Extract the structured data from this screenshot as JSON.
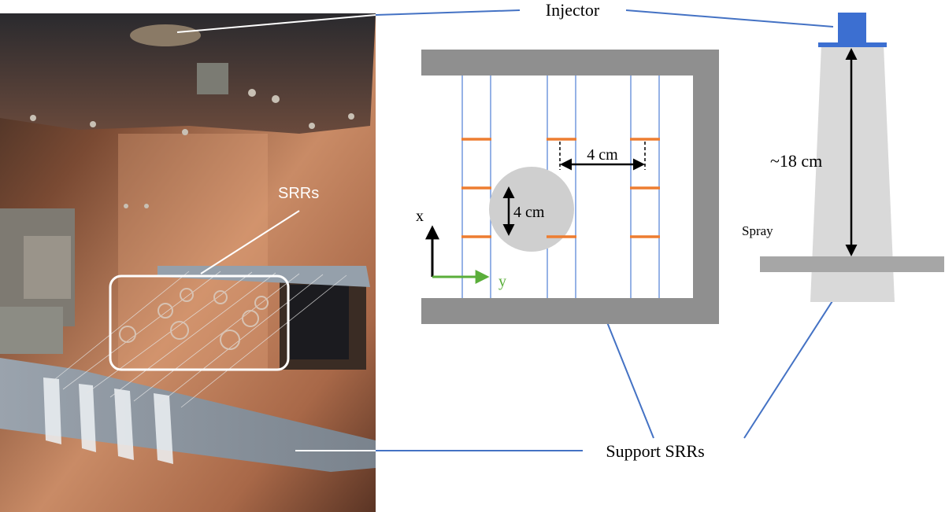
{
  "photo": {
    "srr_label": "SRRs"
  },
  "labels": {
    "injector": "Injector",
    "support_srrs": "Support SRRs",
    "spacing_horizontal": "4 cm",
    "spacing_vertical": "4 cm",
    "distance_injector": "~18 cm",
    "spray": "Spray",
    "axis_x": "x",
    "axis_y": "y"
  },
  "colors": {
    "frame": "#8f8f8f",
    "wire": "#4f7fd6",
    "srr": "#ed7d31",
    "spray_circle": "#cfcfcf",
    "spray_cone": "#d9d9d9",
    "injector": "#3c6fd1",
    "callout_line": "#4472c4",
    "axis_x": "#000000",
    "axis_y": "#5aae3a"
  }
}
